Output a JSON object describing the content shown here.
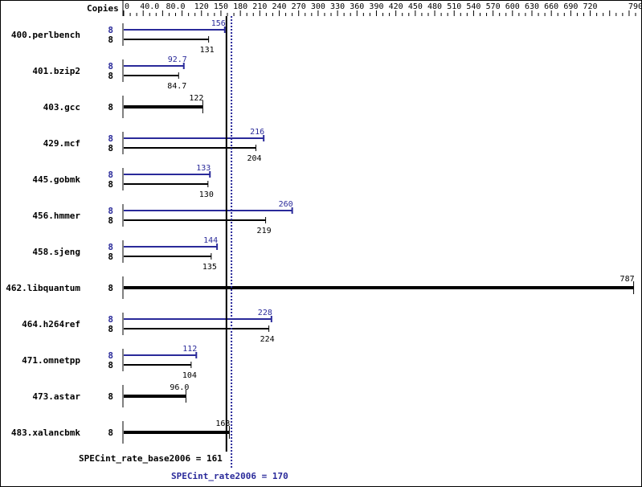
{
  "header": {
    "copies_label": "Copies"
  },
  "colors": {
    "base": "#000000",
    "peak": "#2a2a9a",
    "background": "#ffffff"
  },
  "axis": {
    "ticks": [
      "0",
      "40.0",
      "80.0",
      "120",
      "150",
      "180",
      "210",
      "240",
      "270",
      "300",
      "330",
      "360",
      "390",
      "420",
      "450",
      "480",
      "510",
      "540",
      "570",
      "600",
      "630",
      "660",
      "690",
      "720",
      "790"
    ],
    "tick_values": [
      0,
      40,
      80,
      120,
      150,
      180,
      210,
      240,
      270,
      300,
      330,
      360,
      390,
      420,
      450,
      480,
      510,
      540,
      570,
      600,
      630,
      660,
      690,
      720,
      790
    ],
    "min": 0,
    "max": 790
  },
  "summary": {
    "base_label": "SPECint_rate_base2006 = 161",
    "peak_label": "SPECint_rate2006 = 170",
    "base_value": 161,
    "peak_value": 170
  },
  "chart_data": {
    "type": "bar",
    "title": "",
    "xlabel": "",
    "ylabel": "Copies",
    "orientation": "horizontal",
    "xlim": [
      0,
      790
    ],
    "grid": false,
    "legend": {
      "position": "bottom",
      "entries": [
        "SPECint_rate_base2006 = 161",
        "SPECint_rate2006 = 170"
      ]
    },
    "categories": [
      "400.perlbench",
      "401.bzip2",
      "403.gcc",
      "429.mcf",
      "445.gobmk",
      "456.hmmer",
      "458.sjeng",
      "462.libquantum",
      "464.h264ref",
      "471.omnetpp",
      "473.astar",
      "483.xalancbmk"
    ],
    "series": [
      {
        "name": "peak (SPECint_rate2006)",
        "color": "#2a2a9a",
        "copies": [
          8,
          8,
          null,
          8,
          8,
          8,
          8,
          null,
          8,
          8,
          null,
          null
        ],
        "values": [
          156,
          92.7,
          null,
          216,
          133,
          260,
          144,
          null,
          228,
          112,
          null,
          null
        ],
        "labels": [
          "156",
          "92.7",
          null,
          "216",
          "133",
          "260",
          "144",
          null,
          "228",
          "112",
          null,
          null
        ]
      },
      {
        "name": "base (SPECint_rate_base2006)",
        "color": "#000000",
        "copies": [
          8,
          8,
          8,
          8,
          8,
          8,
          8,
          8,
          8,
          8,
          8,
          8
        ],
        "values": [
          131,
          84.7,
          122,
          204,
          130,
          219,
          135,
          787,
          224,
          104,
          96.0,
          163
        ],
        "labels": [
          "131",
          "84.7",
          "122",
          "204",
          "130",
          "219",
          "135",
          "787",
          "224",
          "104",
          "96.0",
          "163"
        ]
      }
    ],
    "reference_lines": [
      {
        "name": "SPECint_rate_base2006",
        "value": 161,
        "style": "solid",
        "color": "#000000"
      },
      {
        "name": "SPECint_rate2006",
        "value": 170,
        "style": "dotted",
        "color": "#2a2a9a"
      }
    ]
  }
}
